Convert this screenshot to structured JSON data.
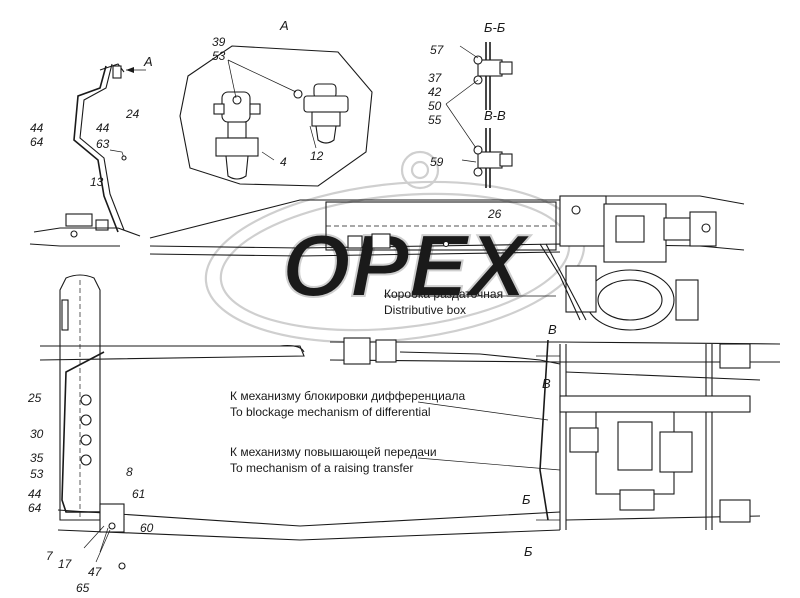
{
  "view_labels": {
    "view_a": "A",
    "arrow_a": "A",
    "section_bb": "Б-Б",
    "section_vv": "В-В",
    "cut_b": "Б",
    "cut_v": "В"
  },
  "callouts": {
    "c39": "39",
    "c53a": "53",
    "c4": "4",
    "c12": "12",
    "c57": "57",
    "c37": "37",
    "c42": "42",
    "c50": "50",
    "c55": "55",
    "c59": "59",
    "c26": "26",
    "c24": "24",
    "c44a": "44",
    "c64a": "64",
    "c44b": "44",
    "c63": "63",
    "c13": "13",
    "c25": "25",
    "c30": "30",
    "c35": "35",
    "c53b": "53",
    "c44c": "44",
    "c64b": "64",
    "c8": "8",
    "c61": "61",
    "c60": "60",
    "c7": "7",
    "c17": "17",
    "c47": "47",
    "c65": "65"
  },
  "captions": {
    "transfer_box_ru": "Коробка раздаточная",
    "transfer_box_en": "Distributive box",
    "diff_lock_ru": "К механизму блокировки дифференциала",
    "diff_lock_en": "To blockage mechanism of differential",
    "raising_ru": "К механизму повышающей передачи",
    "raising_en": "To mechanism of a raising transfer"
  },
  "watermark": "OPEX"
}
